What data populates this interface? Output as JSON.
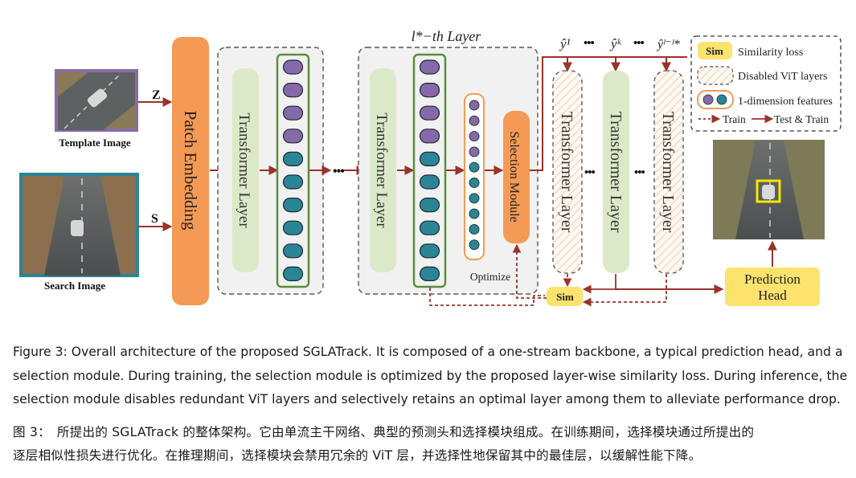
{
  "figure": {
    "template_image_label": "Template Image",
    "search_image_label": "Search Image",
    "z_label": "Z",
    "s_label": "S",
    "patch_embedding": "Patch Embedding",
    "transformer_layer": "Transformer Layer",
    "lth_layer_title": "l*−th Layer",
    "selection_module": "Selection Module",
    "optimize": "Optimize",
    "sim": "Sim",
    "prediction_head_line1": "Prediction",
    "prediction_head_line2": "Head",
    "dots": "•••",
    "y_labels": [
      "ŷ¹",
      "ŷᵏ",
      "ŷˡ⁻ˡ*"
    ],
    "legend": {
      "similarity_loss": "Similarity loss",
      "disabled_vit": "Disabled ViT layers",
      "features": "1-dimension features",
      "train": "Train",
      "test_train": "Test & Train"
    },
    "colors": {
      "patch_embedding": "#f59a55",
      "transformer": "#dbe9c9",
      "token_purple": "#8669a9",
      "token_teal": "#2a8596",
      "arrow": "#9b3328",
      "sim": "#fbe36e",
      "selection": "#f59a55"
    }
  },
  "caption": {
    "en_lines": [
      "Figure 3: Overall architecture of the proposed SGLATrack. It is composed of a one-stream backbone, a typical prediction head, and a",
      "selection module. During training, the selection module is optimized by the proposed layer-wise similarity loss. During inference, the",
      "selection module disables redundant ViT layers and selectively retains an optimal layer among them to alleviate performance drop."
    ],
    "zh_lines": [
      "图 3：　所提出的 SGLATrack 的整体架构。它由单流主干网络、典型的预测头和选择模块组成。在训练期间，选择模块通过所提出的",
      "逐层相似性损失进行优化。在推理期间，选择模块会禁用冗余的 ViT 层，并选择性地保留其中的最佳层，以缓解性能下降。"
    ]
  }
}
